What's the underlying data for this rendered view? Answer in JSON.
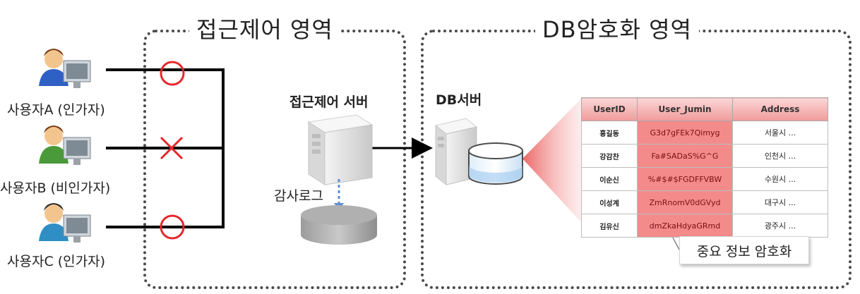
{
  "zones": {
    "access_control_title": "접근제어 영역",
    "db_encryption_title": "DB암호화 영역"
  },
  "users": [
    {
      "label": "사용자A (인가자)",
      "status": "allowed"
    },
    {
      "label": "사용자B (비인가자)",
      "status": "denied"
    },
    {
      "label": "사용자C (인가자)",
      "status": "allowed"
    }
  ],
  "access_server": {
    "label": "접근제어 서버"
  },
  "audit_log": {
    "label": "감사로그"
  },
  "db_server": {
    "label": "DB서버"
  },
  "table": {
    "headers": [
      "UserID",
      "User_Jumin",
      "Address"
    ],
    "rows": [
      [
        "홍길동",
        "G3d7gFEk7Qimyg",
        "서울시 ..."
      ],
      [
        "강감찬",
        "Fa#SADaS%G^G",
        "인천시 ..."
      ],
      [
        "이순신",
        "%#$#$FGDFFVBW",
        "수원시 ..."
      ],
      [
        "이성계",
        "ZmRnomV0dGVyd",
        "대구시 ..."
      ],
      [
        "김유신",
        "dmZkaHdyaGRmd",
        "광주시 ..."
      ]
    ]
  },
  "callout": {
    "label": "중요 정보 암호화"
  },
  "colors": {
    "allowed": "#e8262c",
    "denied": "#e8262c",
    "encrypted": "#f38b8b",
    "beam": "#e86060"
  }
}
